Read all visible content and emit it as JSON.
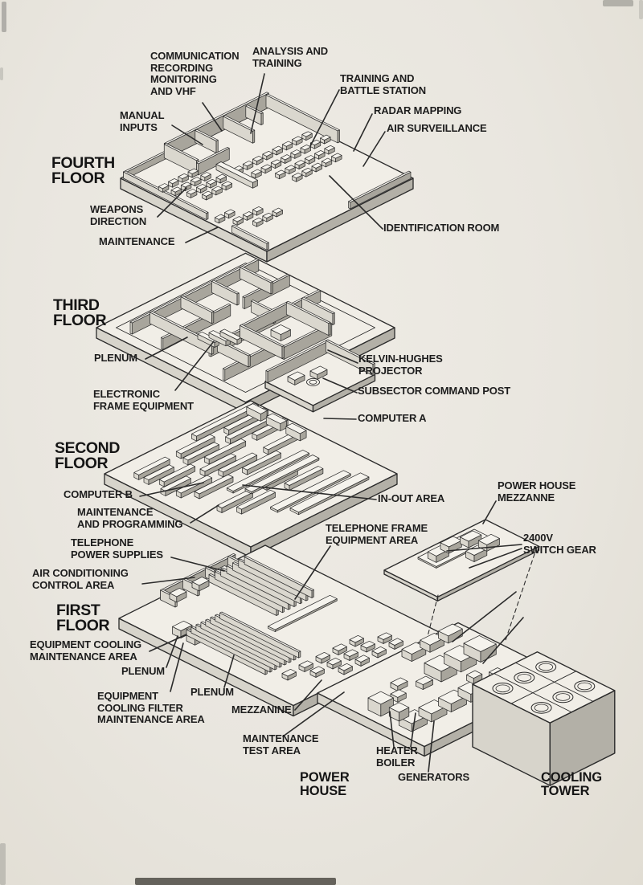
{
  "colors": {
    "background": "#e9e6df",
    "ink": "#2b2b2b",
    "floor_top": "#f1eee7",
    "floor_side_light": "#d7d4cb",
    "floor_side_dark": "#b3b0a7"
  },
  "labels": [
    {
      "id": "communication-recording",
      "kind": "area",
      "text": "COMMUNICATION\nRECORDING\nMONITORING\nAND VHF"
    },
    {
      "id": "analysis-training",
      "kind": "area",
      "text": "ANALYSIS AND\nTRAINING"
    },
    {
      "id": "training-battle-station",
      "kind": "area",
      "text": "TRAINING AND\nBATTLE STATION"
    },
    {
      "id": "radar-mapping",
      "kind": "area",
      "text": "RADAR MAPPING"
    },
    {
      "id": "air-surveillance",
      "kind": "area",
      "text": "AIR SURVEILLANCE"
    },
    {
      "id": "manual-inputs",
      "kind": "area",
      "text": "MANUAL\nINPUTS"
    },
    {
      "id": "fourth-floor",
      "kind": "floor-title",
      "text": "FOURTH\nFLOOR"
    },
    {
      "id": "weapons-direction",
      "kind": "area",
      "text": "WEAPONS\nDIRECTION"
    },
    {
      "id": "maintenance-fourth",
      "kind": "area",
      "text": "MAINTENANCE"
    },
    {
      "id": "identification-room",
      "kind": "area",
      "text": "IDENTIFICATION ROOM"
    },
    {
      "id": "third-floor",
      "kind": "floor-title",
      "text": "THIRD\nFLOOR"
    },
    {
      "id": "plenum-third",
      "kind": "area",
      "text": "PLENUM"
    },
    {
      "id": "kelvin-hughes-projector",
      "kind": "area",
      "text": "KELVIN-HUGHES\nPROJECTOR"
    },
    {
      "id": "electronic-frame-equipment",
      "kind": "area",
      "text": "ELECTRONIC\nFRAME EQUIPMENT"
    },
    {
      "id": "subsector-command-post",
      "kind": "area",
      "text": "SUBSECTOR COMMAND POST"
    },
    {
      "id": "computer-a",
      "kind": "area",
      "text": "COMPUTER A"
    },
    {
      "id": "second-floor",
      "kind": "floor-title",
      "text": "SECOND\nFLOOR"
    },
    {
      "id": "computer-b",
      "kind": "area",
      "text": "COMPUTER B"
    },
    {
      "id": "maintenance-and-programming",
      "kind": "area",
      "text": "MAINTENANCE\nAND PROGRAMMING"
    },
    {
      "id": "in-out-area",
      "kind": "area",
      "text": "IN-OUT AREA"
    },
    {
      "id": "power-house-mezzanne",
      "kind": "area",
      "text": "POWER HOUSE\nMEZZANNE"
    },
    {
      "id": "telephone-frame-equipment-area",
      "kind": "area",
      "text": "TELEPHONE FRAME\nEQUIPMENT AREA"
    },
    {
      "id": "switch-gear-2400v",
      "kind": "area",
      "text": "2400V\nSWITCH GEAR"
    },
    {
      "id": "telephone-power-supplies",
      "kind": "area",
      "text": "TELEPHONE\nPOWER SUPPLIES"
    },
    {
      "id": "air-conditioning-control-area",
      "kind": "area",
      "text": "AIR CONDITIONING\nCONTROL AREA"
    },
    {
      "id": "first-floor",
      "kind": "floor-title",
      "text": "FIRST\nFLOOR"
    },
    {
      "id": "equipment-cooling-maintenance-area",
      "kind": "area",
      "text": "EQUIPMENT COOLING\nMAINTENANCE AREA"
    },
    {
      "id": "plenum-first-left",
      "kind": "area",
      "text": "PLENUM"
    },
    {
      "id": "plenum-first-mid",
      "kind": "area",
      "text": "PLENUM"
    },
    {
      "id": "equipment-cooling-filter-maintenance-area",
      "kind": "area",
      "text": "EQUIPMENT\nCOOLING FILTER\nMAINTENANCE AREA"
    },
    {
      "id": "mezzanine",
      "kind": "area",
      "text": "MEZZANINE"
    },
    {
      "id": "maintenance-test-area",
      "kind": "area",
      "text": "MAINTENANCE\nTEST AREA"
    },
    {
      "id": "heater-boiler",
      "kind": "area",
      "text": "HEATER\nBOILER"
    },
    {
      "id": "generators",
      "kind": "area",
      "text": "GENERATORS"
    },
    {
      "id": "power-house",
      "kind": "structure-title",
      "text": "POWER\nHOUSE"
    },
    {
      "id": "cooling-tower",
      "kind": "structure-title",
      "text": "COOLING\nTOWER"
    }
  ]
}
